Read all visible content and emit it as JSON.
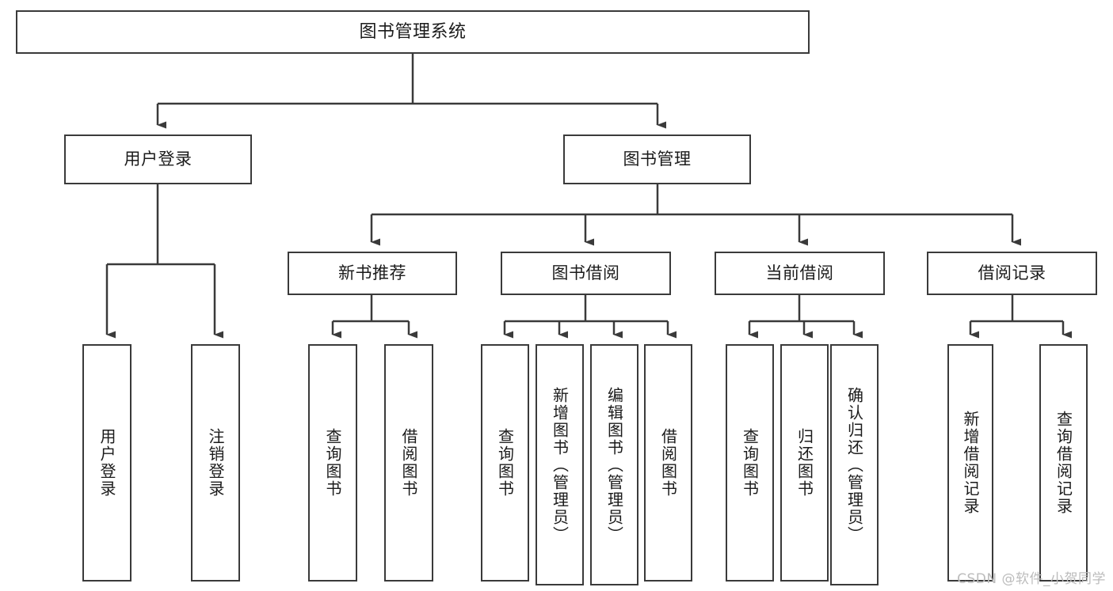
{
  "diagram": {
    "title": "图书管理系统",
    "type": "tree-hierarchy-diagram",
    "colors": {
      "box_border": "#3a3a3a",
      "box_fill": "#ffffff",
      "connector": "#3a3a3a",
      "text": "#1b1b1b",
      "watermark": "#bcbcbc",
      "background": "#ffffff"
    },
    "root": {
      "label": "图书管理系统"
    },
    "level1": [
      {
        "label": "用户登录"
      },
      {
        "label": "图书管理"
      }
    ],
    "level2": [
      {
        "label": "新书推荐"
      },
      {
        "label": "图书借阅"
      },
      {
        "label": "当前借阅"
      },
      {
        "label": "借阅记录"
      }
    ],
    "leaves": {
      "user_login": [
        {
          "label": "用户登录"
        },
        {
          "label": "注销登录"
        }
      ],
      "new_book_recommend": [
        {
          "label": "查询图书"
        },
        {
          "label": "借阅图书"
        }
      ],
      "book_borrow": [
        {
          "label": "查询图书"
        },
        {
          "label": "新增图书（管理员）"
        },
        {
          "label": "编辑图书（管理员）"
        },
        {
          "label": "借阅图书"
        }
      ],
      "current_borrow": [
        {
          "label": "查询图书"
        },
        {
          "label": "归还图书"
        },
        {
          "label": "确认归还（管理员）"
        }
      ],
      "borrow_record": [
        {
          "label": "新增借阅记录"
        },
        {
          "label": "查询借阅记录"
        }
      ]
    }
  },
  "watermark": {
    "text": "CSDN @软件_小贺同学"
  }
}
